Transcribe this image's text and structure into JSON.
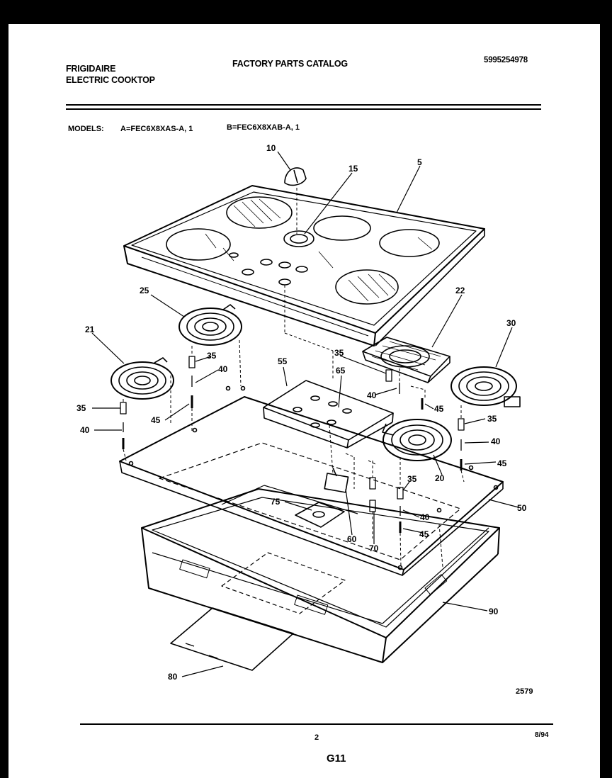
{
  "header": {
    "brand": "FRIGIDAIRE",
    "product": "ELECTRIC COOKTOP",
    "catalog_title": "FACTORY PARTS CATALOG",
    "catalog_number": "5995254978"
  },
  "models": {
    "label": "MODELS:",
    "model_a": "A=FEC6X8XAS-A, 1",
    "model_b": "B=FEC6X8XAB-A, 1"
  },
  "callouts": {
    "c10": "10",
    "c15": "15",
    "c5": "5",
    "c25": "25",
    "c22": "22",
    "c30": "30",
    "c21": "21",
    "c35a": "35",
    "c40a": "40",
    "c55": "55",
    "c65": "65",
    "c35b": "35",
    "c40b": "40",
    "c45a": "45",
    "c35c": "35",
    "c40c": "40",
    "c45b": "45",
    "c35d": "35",
    "c40d": "40",
    "c45c": "45",
    "c20": "20",
    "c35e": "35",
    "c50": "50",
    "c75": "75",
    "c40e": "40",
    "c45d": "45",
    "c60": "60",
    "c70": "70",
    "c90": "90",
    "c80": "80"
  },
  "footer": {
    "diagram_number": "2579",
    "page_number": "2",
    "date": "8/94",
    "section": "G11"
  }
}
